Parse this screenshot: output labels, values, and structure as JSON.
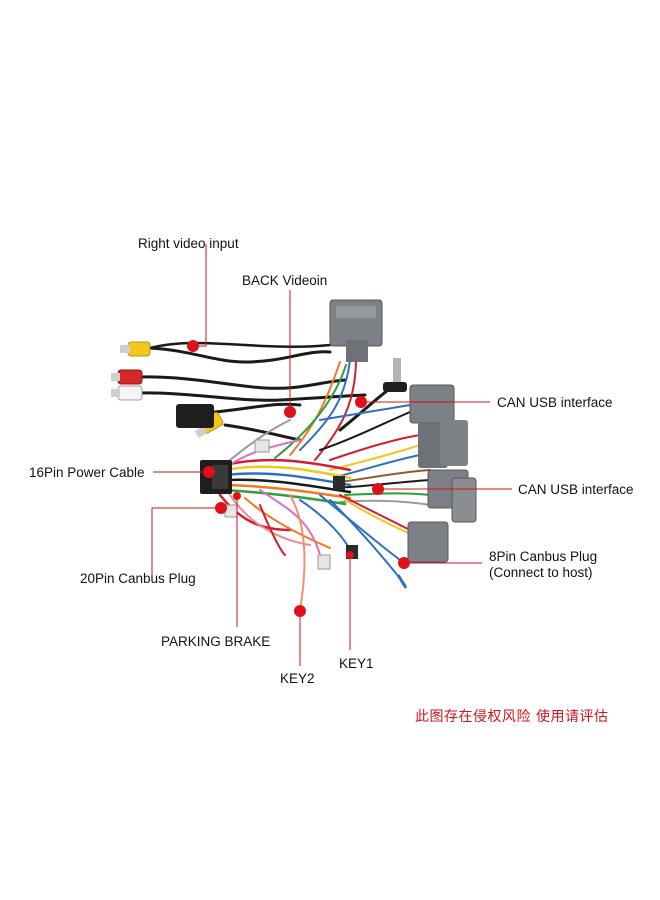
{
  "diagram": {
    "callouts": [
      {
        "id": "right-video-input",
        "label": "Right video input"
      },
      {
        "id": "back-videoin",
        "label": "BACK Videoin"
      },
      {
        "id": "can-usb-interface-1",
        "label": "CAN USB interface"
      },
      {
        "id": "16pin-power-cable",
        "label": "16Pin Power Cable"
      },
      {
        "id": "can-usb-interface-2",
        "label": "CAN USB interface"
      },
      {
        "id": "8pin-canbus-plug",
        "label": "8Pin Canbus Plug",
        "sublabel": "(Connect to host)"
      },
      {
        "id": "20pin-canbus-plug",
        "label": "20Pin Canbus Plug"
      },
      {
        "id": "parking-brake",
        "label": "PARKING BRAKE"
      },
      {
        "id": "key1",
        "label": "KEY1"
      },
      {
        "id": "key2",
        "label": "KEY2"
      }
    ],
    "watermark": "此图存在侵权风险  使用请评估",
    "colors": {
      "callout_line": "#d0141b",
      "callout_dot": "#e0101a",
      "connector_gray": "#7d8185",
      "connector_black": "#1e1e1e"
    }
  }
}
